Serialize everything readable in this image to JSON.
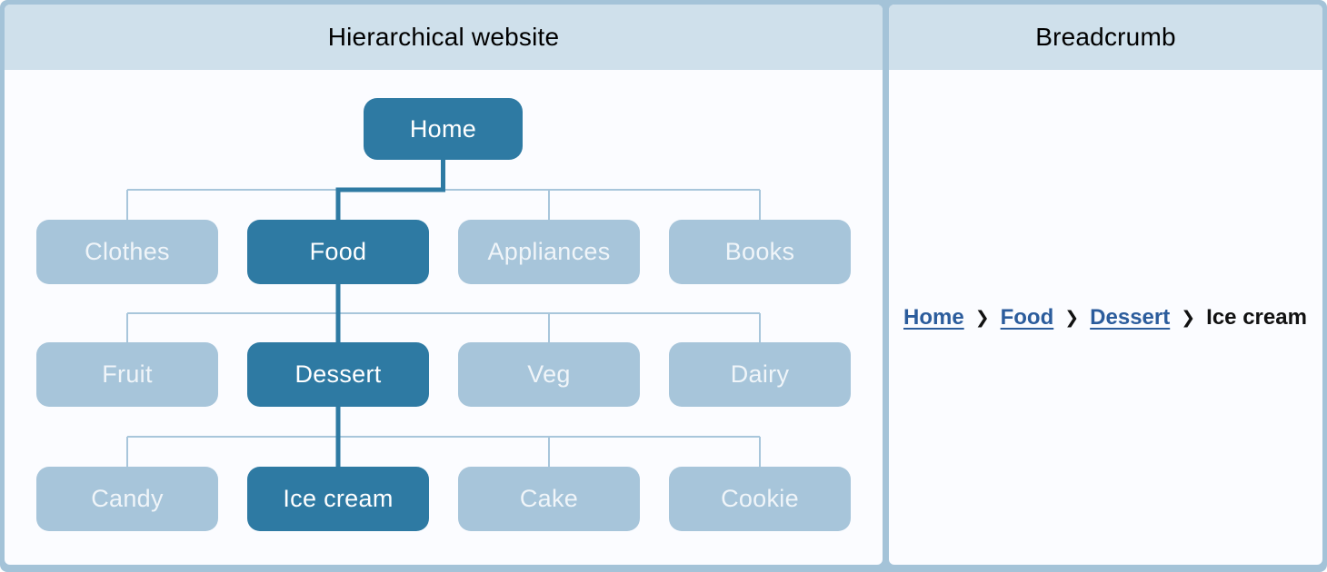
{
  "left_panel": {
    "title": "Hierarchical website"
  },
  "right_panel": {
    "title": "Breadcrumb"
  },
  "tree": {
    "active_path": [
      "Home",
      "Food",
      "Dessert",
      "Ice cream"
    ],
    "levels": [
      {
        "nodes": [
          {
            "label": "Home",
            "active": true
          }
        ]
      },
      {
        "nodes": [
          {
            "label": "Clothes",
            "active": false
          },
          {
            "label": "Food",
            "active": true
          },
          {
            "label": "Appliances",
            "active": false
          },
          {
            "label": "Books",
            "active": false
          }
        ]
      },
      {
        "nodes": [
          {
            "label": "Fruit",
            "active": false
          },
          {
            "label": "Dessert",
            "active": true
          },
          {
            "label": "Veg",
            "active": false
          },
          {
            "label": "Dairy",
            "active": false
          }
        ]
      },
      {
        "nodes": [
          {
            "label": "Candy",
            "active": false
          },
          {
            "label": "Ice cream",
            "active": true
          },
          {
            "label": "Cake",
            "active": false
          },
          {
            "label": "Cookie",
            "active": false
          }
        ]
      }
    ]
  },
  "breadcrumb": {
    "separator": "❯",
    "items": [
      {
        "label": "Home",
        "link": true
      },
      {
        "label": "Food",
        "link": true
      },
      {
        "label": "Dessert",
        "link": true
      },
      {
        "label": "Ice cream",
        "link": false
      }
    ]
  },
  "colors": {
    "frame_border": "#a4c3d8",
    "header_bg": "#cfe0eb",
    "panel_bg": "#fbfcff",
    "node_dark": "#2e7aa3",
    "node_light": "#a7c5da",
    "line_light": "#a8c6db",
    "line_dark": "#2e7aa3",
    "link_blue": "#2b5c9c"
  }
}
